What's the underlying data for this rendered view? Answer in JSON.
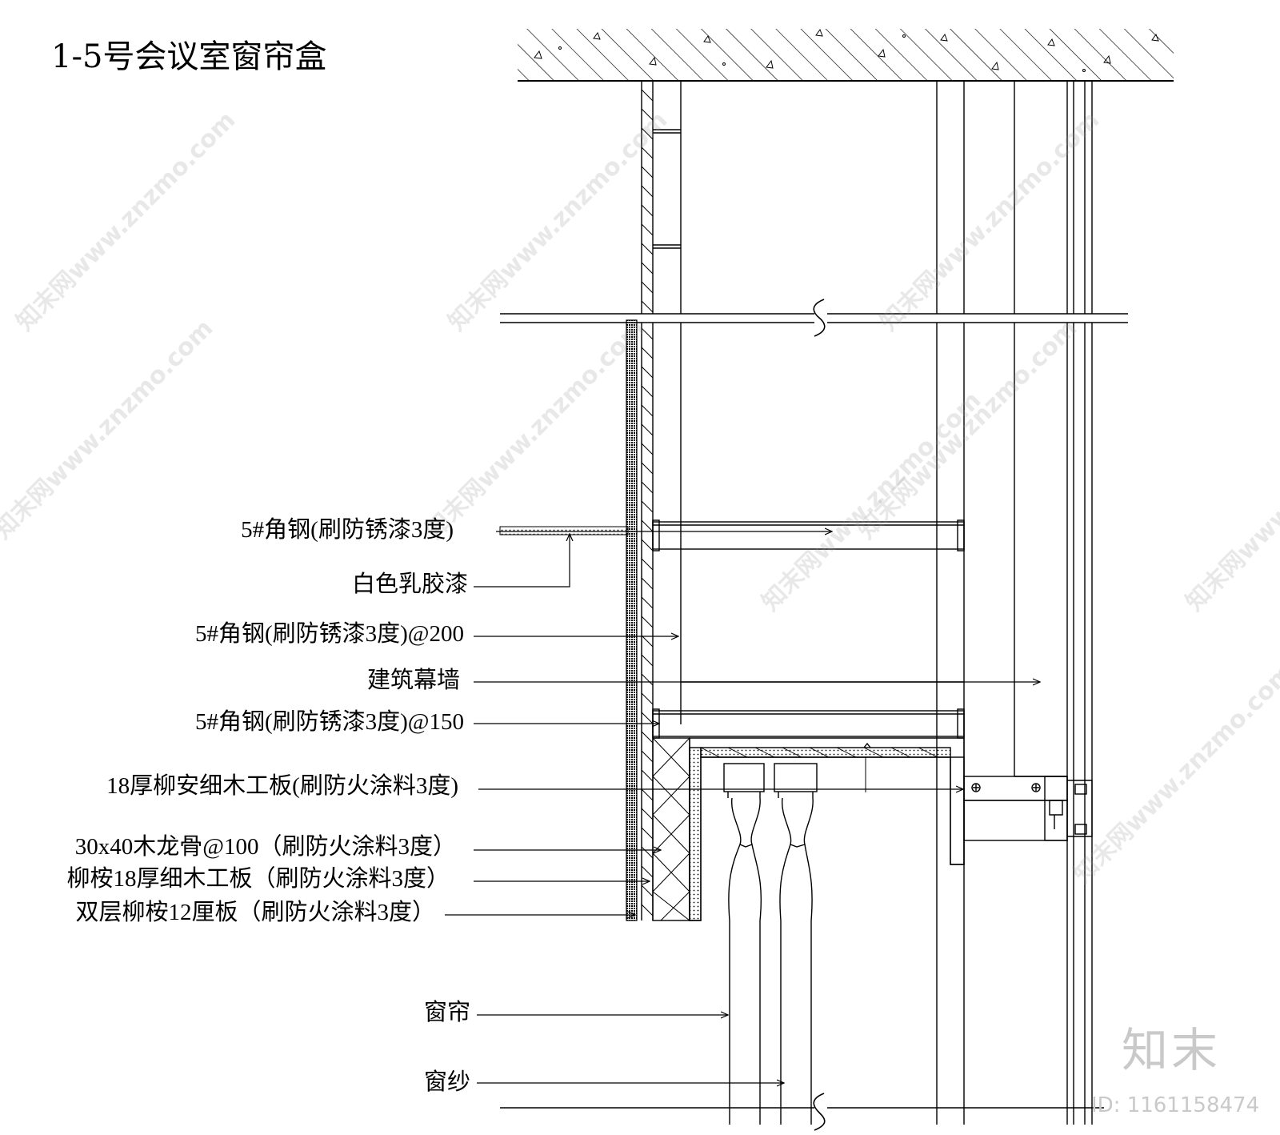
{
  "title": "1-5号会议室窗帘盒",
  "labels": {
    "angle_steel_top": "5#角钢(刷防锈漆3度)",
    "white_latex": "白色乳胶漆",
    "angle_steel_200": "5#角钢(刷防锈漆3度)@200",
    "curtain_wall": "建筑幕墙",
    "angle_steel_150": "5#角钢(刷防锈漆3度)@150",
    "blockboard_18": "18厚柳安细木工板(刷防火涂料3度)",
    "wood_keel": "30x40木龙骨@100（刷防火涂料3度）",
    "liu_an_blockboard": "柳桉18厚细木工板（刷防火涂料3度）",
    "double_plywood": "双层柳桉12厘板（刷防火涂料3度）",
    "curtain": "窗帘",
    "sheer": "窗纱"
  },
  "watermark": {
    "site": "知末网www.znzmo.com",
    "brand": "知末",
    "id": "ID: 1161158474"
  },
  "colors": {
    "line": "#000000",
    "watermark": "#c9c9c9"
  }
}
